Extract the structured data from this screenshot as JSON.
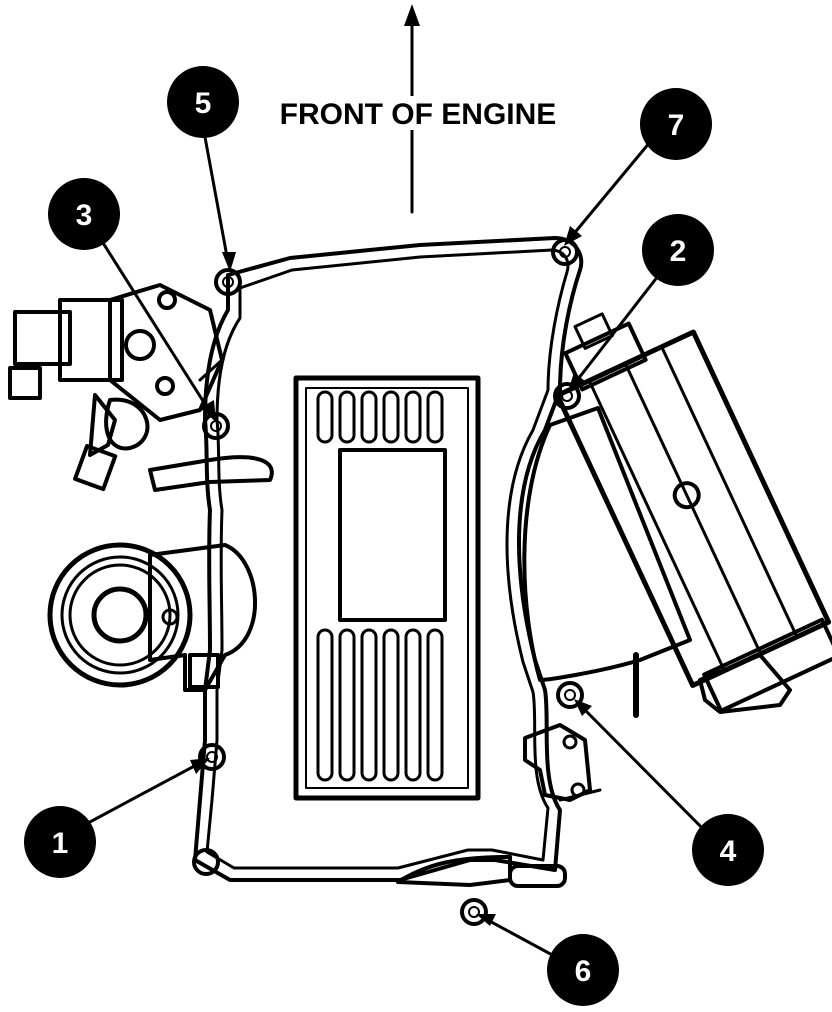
{
  "diagram": {
    "front_label": "FRONT OF ENGINE",
    "callouts": [
      {
        "id": "1",
        "label": "1"
      },
      {
        "id": "2",
        "label": "2"
      },
      {
        "id": "3",
        "label": "3"
      },
      {
        "id": "4",
        "label": "4"
      },
      {
        "id": "5",
        "label": "5"
      },
      {
        "id": "6",
        "label": "6"
      },
      {
        "id": "7",
        "label": "7"
      }
    ],
    "colors": {
      "ink": "#000000",
      "paper": "#ffffff"
    }
  }
}
